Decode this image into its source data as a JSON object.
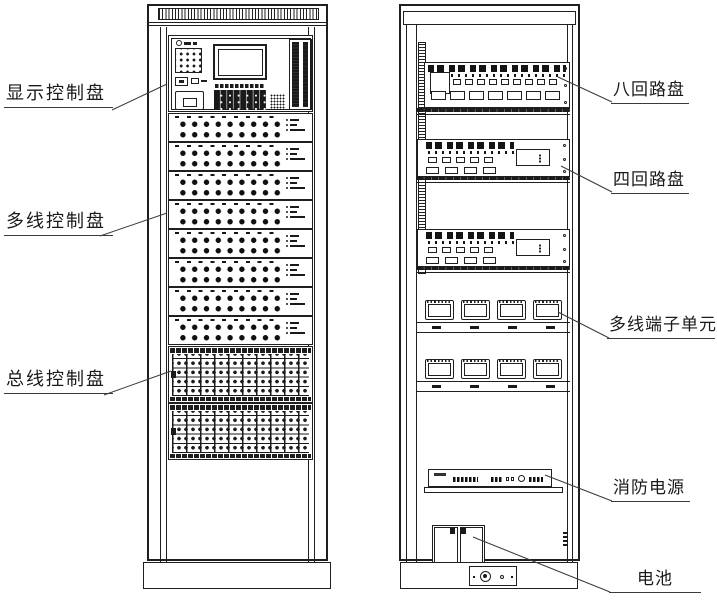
{
  "labels": {
    "display_panel": "显示控制盘",
    "multiline_panel": "多线控制盘",
    "bus_panel": "总线控制盘",
    "eight_loop_panel": "八回路盘",
    "four_loop_panel": "四回路盘",
    "multiline_terminal_unit": "多线端子单元",
    "fire_power_supply": "消防电源",
    "battery": "电池"
  },
  "counts": {
    "multiline_rows": 8,
    "bus_panels": 2,
    "terminal_rows": 2,
    "terminal_modules_per_row": 4,
    "four_loop_boards": 2
  },
  "colors": {
    "line": "#1a1a1a",
    "background": "#ffffff"
  }
}
